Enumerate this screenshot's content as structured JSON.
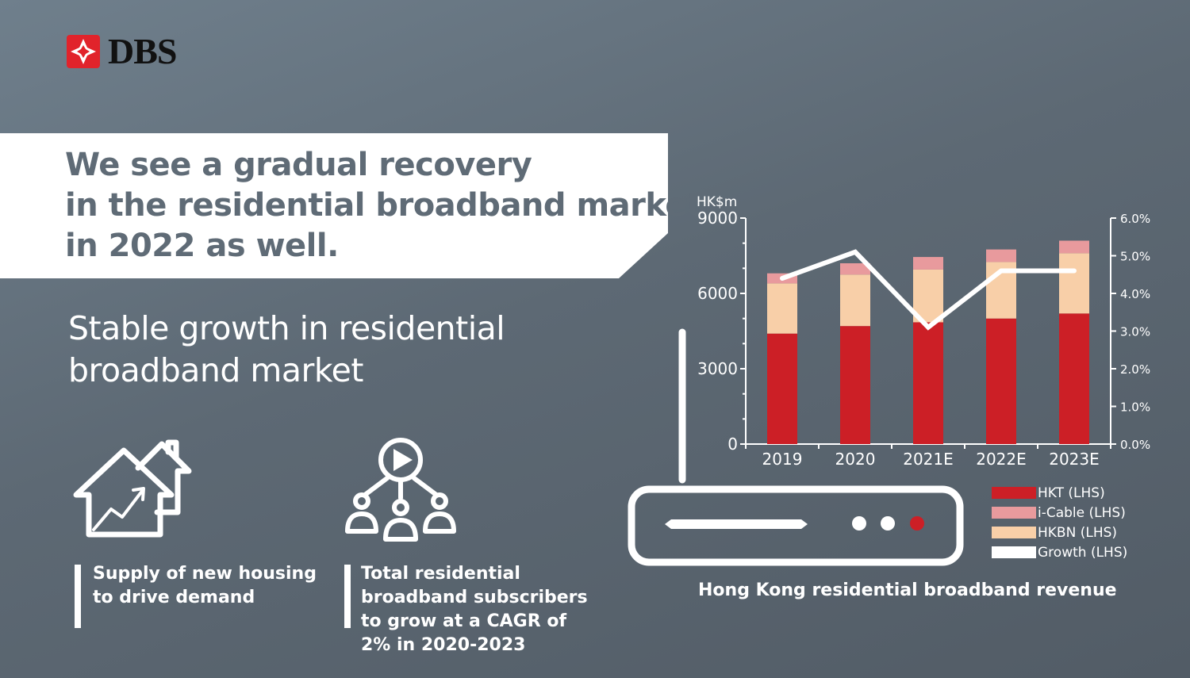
{
  "brand": {
    "name": "DBS",
    "color": "#e1232b"
  },
  "headline": {
    "lines": [
      "We see a gradual recovery",
      "in the residential broadband market",
      "in 2022 as well."
    ]
  },
  "subtitle": {
    "lines": [
      "Stable growth in residential",
      "broadband market"
    ]
  },
  "features": [
    {
      "icon": "house-growth-icon",
      "lines": [
        "Supply of new housing",
        "to drive demand"
      ]
    },
    {
      "icon": "subscribers-network-icon",
      "lines": [
        "Total residential",
        "broadband subscribers",
        "to grow at a CAGR of",
        "2% in 2020-2023"
      ]
    }
  ],
  "chart_data": {
    "type": "bar",
    "stacked": true,
    "title": "Hong Kong residential broadband revenue",
    "ylabel": "HK$m",
    "categories": [
      "2019",
      "2020",
      "2021E",
      "2022E",
      "2023E"
    ],
    "ylim": [
      0,
      9000
    ],
    "yticks": [
      "0",
      "3000",
      "6000",
      "9000"
    ],
    "y2lim": [
      0,
      6
    ],
    "y2ticks": [
      "0.0%",
      "1.0%",
      "2.0%",
      "3.0%",
      "4.0%",
      "5.0%",
      "6.0%"
    ],
    "series": [
      {
        "name": "HKT (LHS)",
        "type": "bar",
        "color": "#cc1f26",
        "values": [
          4400,
          4700,
          4850,
          5000,
          5200
        ]
      },
      {
        "name": "HKBN (LHS)",
        "type": "bar",
        "color": "#f8cfa8",
        "values": [
          2000,
          2050,
          2100,
          2250,
          2400
        ]
      },
      {
        "name": "i-Cable (LHS)",
        "type": "bar",
        "color": "#e89a9d",
        "values": [
          400,
          450,
          500,
          500,
          500
        ]
      },
      {
        "name": "Growth (LHS)",
        "type": "line",
        "color": "#ffffff",
        "values": [
          4.4,
          5.1,
          3.1,
          4.6,
          4.6
        ]
      }
    ],
    "legend_order": [
      "HKT (LHS)",
      "i-Cable (LHS)",
      "HKBN (LHS)",
      "Growth (LHS)"
    ],
    "legend_position": "bottom-right"
  }
}
